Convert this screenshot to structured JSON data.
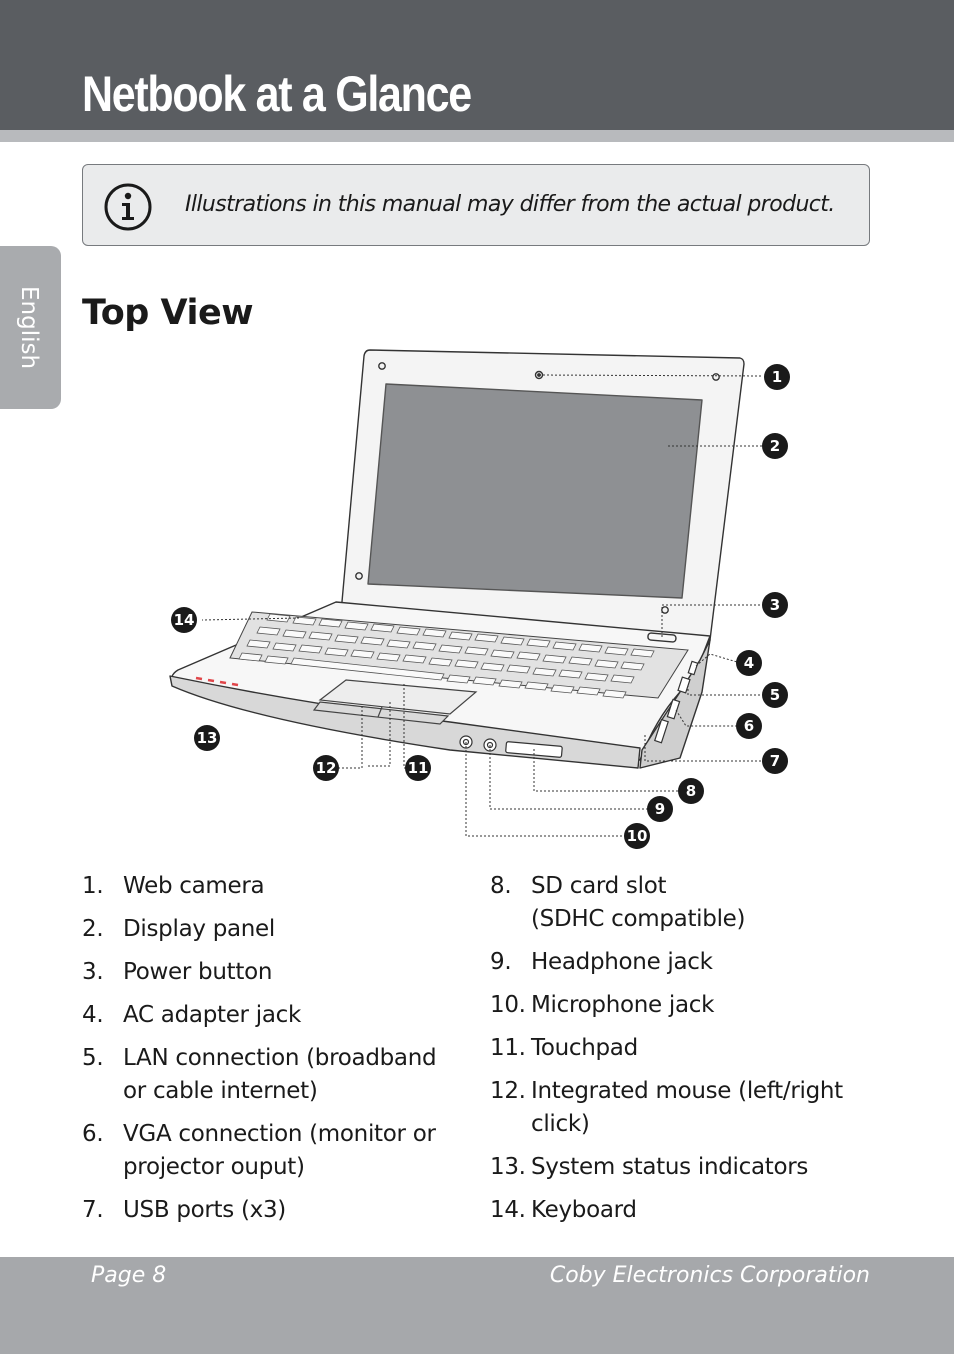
{
  "header": {
    "title": "Netbook at a Glance"
  },
  "side_tab": {
    "label": "English"
  },
  "note": {
    "icon": "info-icon",
    "text": "Illustrations in this manual may differ from the actual product."
  },
  "section": {
    "title": "Top View"
  },
  "diagram": {
    "callouts": [
      "1",
      "2",
      "3",
      "4",
      "5",
      "6",
      "7",
      "8",
      "9",
      "10",
      "11",
      "12",
      "13",
      "14"
    ]
  },
  "parts_left": [
    {
      "num": "1.",
      "label": "Web camera"
    },
    {
      "num": "2.",
      "label": "Display panel"
    },
    {
      "num": "3.",
      "label": "Power button"
    },
    {
      "num": "4.",
      "label": "AC adapter jack"
    },
    {
      "num": "5.",
      "label": "LAN connection (broadband or cable internet)"
    },
    {
      "num": "6.",
      "label": "VGA connection (monitor or projector ouput)"
    },
    {
      "num": "7.",
      "label": "USB ports (x3)"
    }
  ],
  "parts_right": [
    {
      "num": "8.",
      "label": "SD card slot",
      "label2": "(SDHC compatible)"
    },
    {
      "num": "9.",
      "label": "Headphone jack"
    },
    {
      "num": "10.",
      "label": "Microphone jack"
    },
    {
      "num": "11.",
      "label": "Touchpad"
    },
    {
      "num": "12.",
      "label": "Integrated mouse (left/right click)"
    },
    {
      "num": "13.",
      "label": "System status indicators"
    },
    {
      "num": "14.",
      "label": "Keyboard"
    }
  ],
  "footer": {
    "page": "Page 8",
    "company": "Coby Electronics Corporation"
  },
  "colors": {
    "header": "#5a5d61",
    "accent_gray": "#a9abae",
    "callout": "#1a1a1a"
  }
}
